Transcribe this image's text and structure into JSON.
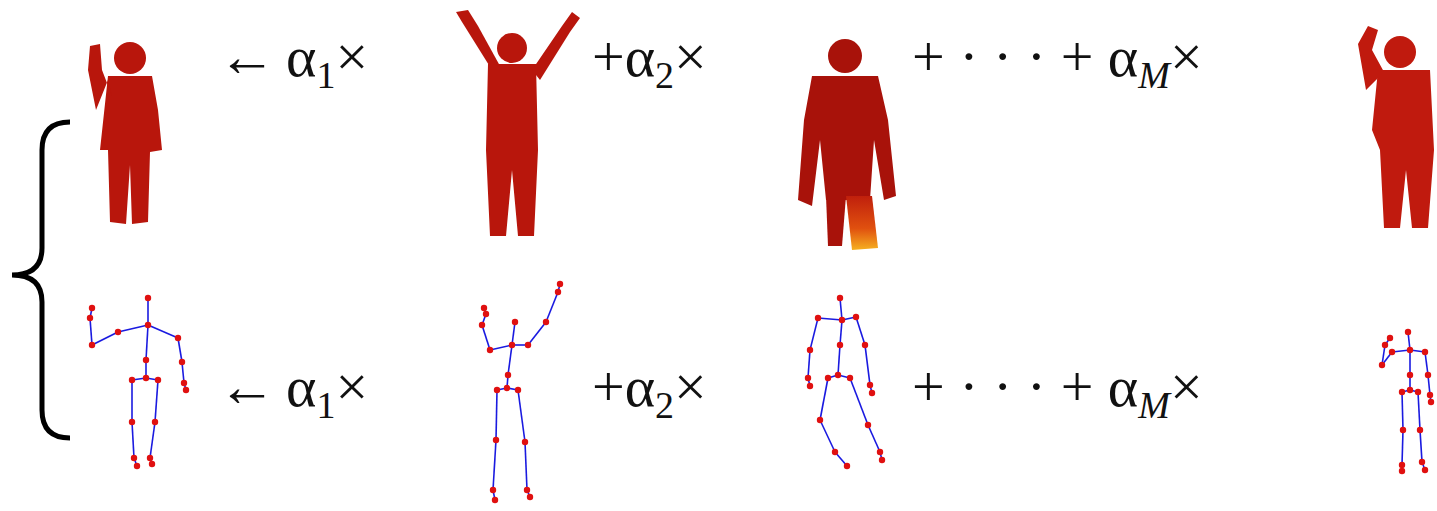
{
  "diagram": {
    "labels": [
      "←",
      "α",
      "1",
      "×",
      "+α",
      "2",
      "×",
      "+ · · · + α",
      "M",
      "×",
      "←",
      "α",
      "1",
      "×",
      "+α",
      "2",
      "×",
      "+ · · · + α",
      "M",
      "×"
    ]
  }
}
